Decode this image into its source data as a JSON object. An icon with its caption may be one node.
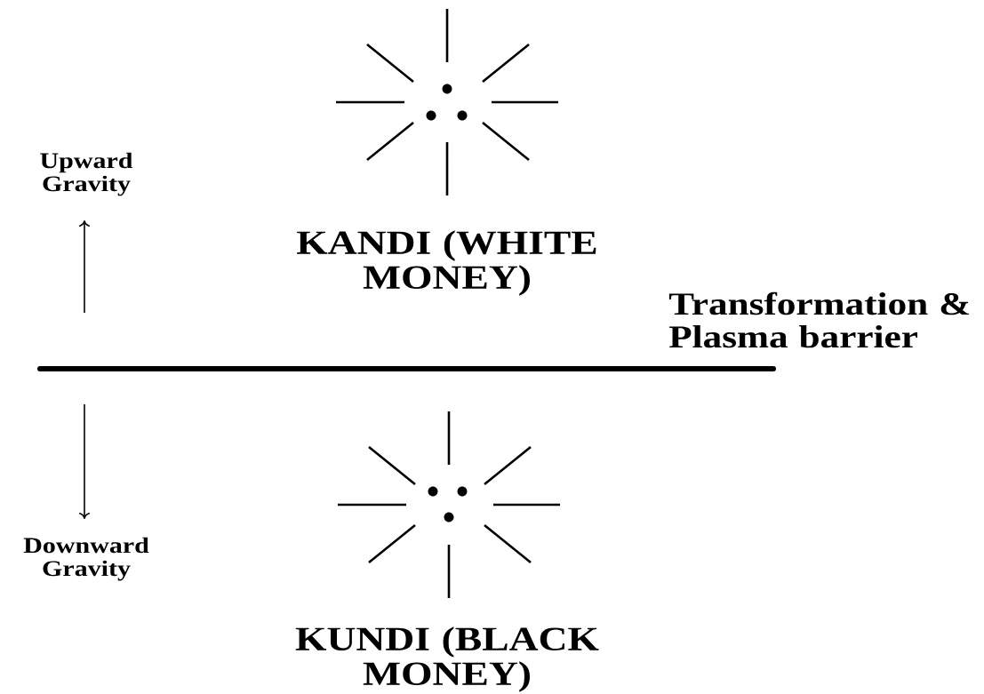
{
  "diagram": {
    "labels": [
      "Upward Gravity",
      "KANDI (WHITE MONEY)",
      "Transformation & Plasma barrier",
      "Downward Gravity",
      "KUNDI (BLACK MONEY)"
    ]
  }
}
